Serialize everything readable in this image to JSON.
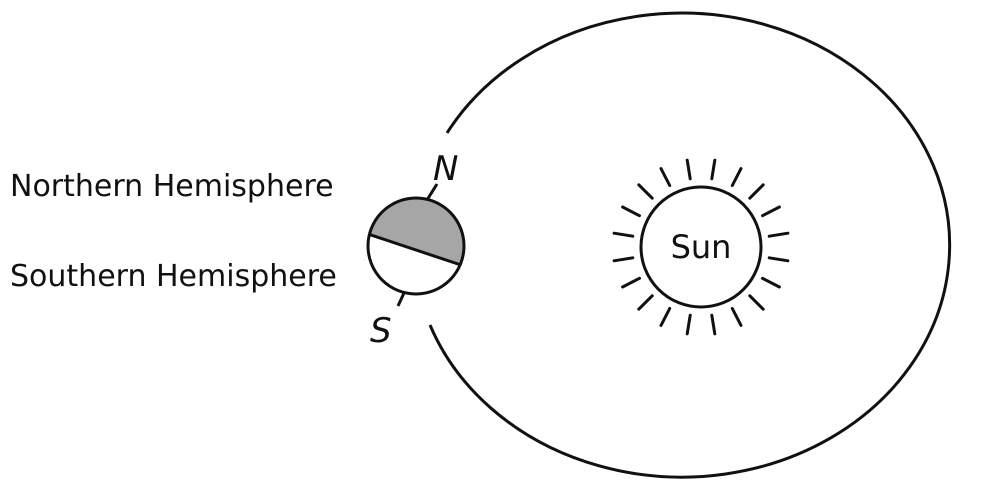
{
  "labels": {
    "northern_hemisphere": "Northern Hemisphere",
    "southern_hemisphere": "Southern Hemisphere",
    "north_pole": "N",
    "south_pole": "S",
    "sun": "Sun"
  },
  "colors": {
    "line": "#111111",
    "northern_hemisphere_fill": "#a6a6a6",
    "southern_hemisphere_fill": "#ffffff",
    "background": "#ffffff"
  }
}
